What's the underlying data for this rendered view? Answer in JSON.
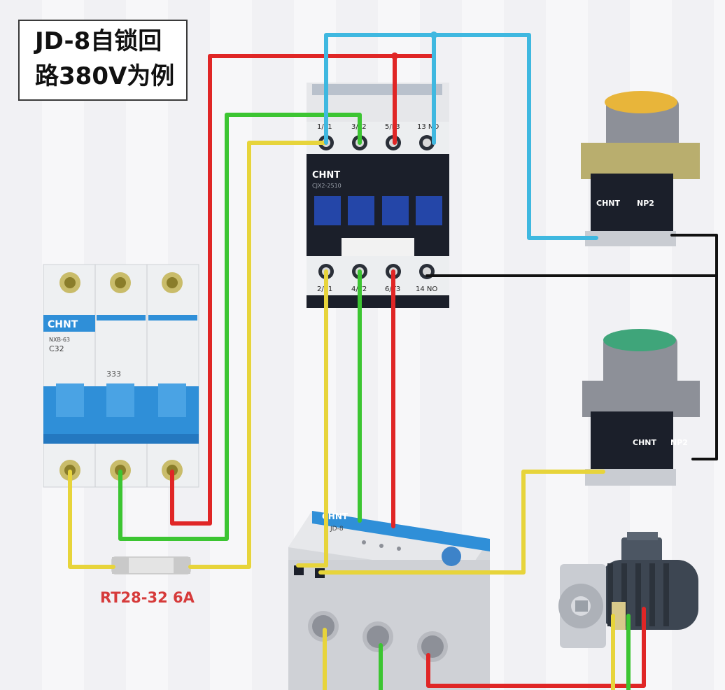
{
  "title": {
    "line1": "JD-8自锁回",
    "line2": "路380V为例"
  },
  "fuse": {
    "label": "RT28-32 6A"
  },
  "breaker": {
    "brand": "CHNT",
    "model": "NXB-63",
    "rating": "C32",
    "digits": "333"
  },
  "contactor": {
    "brand": "CHNT",
    "model": "CJX2-2510",
    "terminals_top": [
      "1/L1",
      "3/L2",
      "5/L3",
      "13 NO"
    ],
    "terminals_bottom": [
      "2/T1",
      "4/T2",
      "6/T3",
      "14 NO"
    ]
  },
  "button_stop": {
    "brand": "CHNT",
    "model": "NP2",
    "color": "#e8b53a"
  },
  "button_start": {
    "brand": "CHNT",
    "model": "NP2",
    "color": "#3fa57a"
  },
  "protector": {
    "brand": "CHNT",
    "model": "JD-8"
  },
  "motor": {},
  "colors": {
    "wire_red": "#e02626",
    "wire_green": "#3cc532",
    "wire_yellow": "#e7d43b",
    "wire_blue": "#3fb8e0",
    "wire_black": "#111111",
    "chnt_blue": "#2f8fd8",
    "contactor_body": "#1b1f2a"
  }
}
